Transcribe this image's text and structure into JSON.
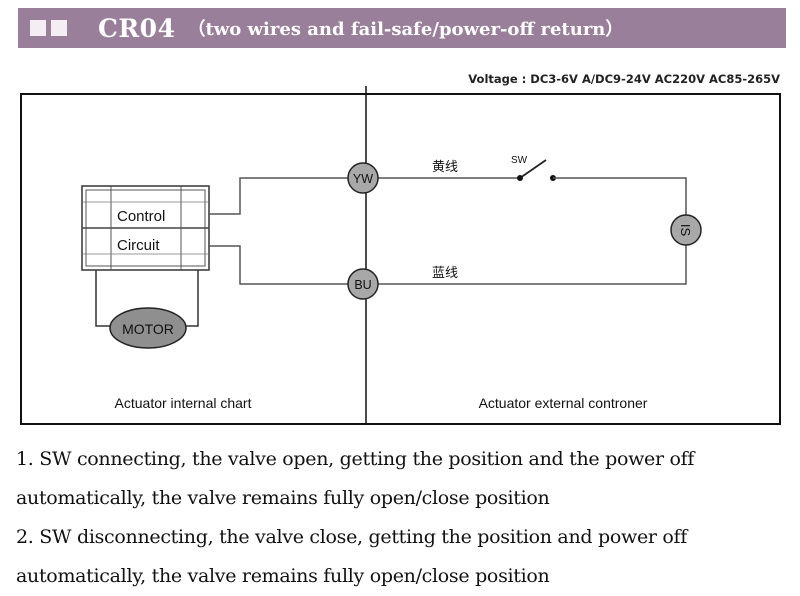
{
  "header": {
    "model_code": "CR04",
    "description": "（two wires and fail-safe/power-off return）",
    "accent_color": "#9a7f9b"
  },
  "voltage": "Voltage : DC3-6V A/DC9-24V AC220V AC85-265V",
  "diagram": {
    "internal_box": {
      "control_label": "Control",
      "circuit_label": "Circuit",
      "motor_label": "MOTOR",
      "caption": "Actuator internal chart"
    },
    "external": {
      "yw_terminal": "YW",
      "bu_terminal": "BU",
      "yellow_wire_label": "黄线",
      "blue_wire_label": "蓝线",
      "switch_label": "SW",
      "power_label": "IS",
      "caption": "Actuator external controner"
    }
  },
  "notes": [
    "1. SW connecting, the valve open, getting the position and the power off",
    "automatically, the valve remains fully open/close position",
    "2. SW disconnecting, the valve close, getting the position and power off",
    "automatically, the valve remains fully open/close position"
  ]
}
